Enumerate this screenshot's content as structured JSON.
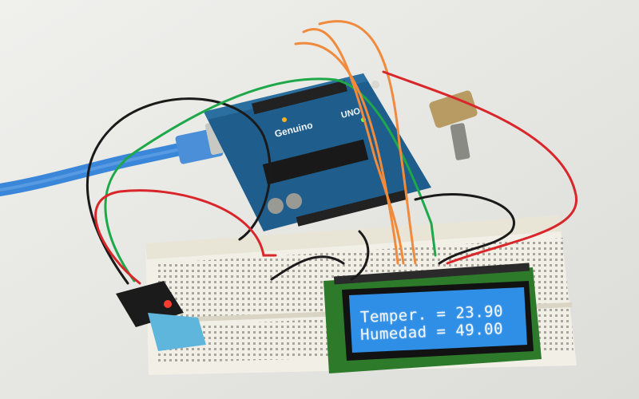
{
  "scene": {
    "board_brand": "Genuino",
    "board_model": "UNO"
  },
  "lcd": {
    "line1": "Temper. = 23.90",
    "line2": "Humedad = 49.00",
    "backlight_color": "#2f8fe6",
    "text_color": "#f2f7ff"
  },
  "colors": {
    "board": "#1f5e8c",
    "breadboard": "#f1efe6",
    "usb_cable": "#3a86d8",
    "sensor": "#5fb6dd",
    "wire_orange": "#f08a3c",
    "wire_green": "#1ea84a",
    "wire_red": "#d8262a",
    "wire_black": "#1a1a1a"
  }
}
